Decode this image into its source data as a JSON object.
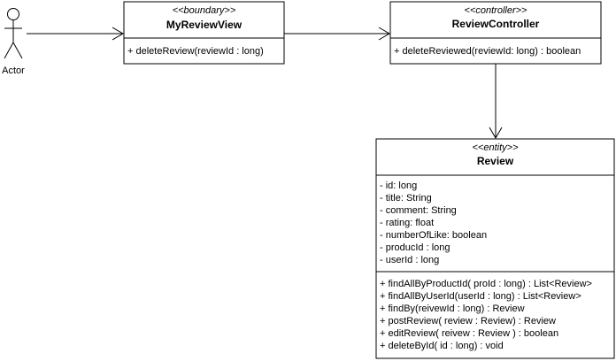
{
  "actor": {
    "label": "Actor"
  },
  "classes": [
    {
      "id": "my-review-view",
      "stereotype": "<<boundary>>",
      "name": "MyReviewView",
      "attributes": [],
      "operations": [
        "+ deleteReview(reviewId : long)"
      ]
    },
    {
      "id": "review-controller",
      "stereotype": "<<controller>>",
      "name": "ReviewController",
      "attributes": [],
      "operations": [
        "+ deleteReviewed(reviewId: long) : boolean"
      ]
    },
    {
      "id": "review",
      "stereotype": "<<entity>>",
      "name": "Review",
      "attributes": [
        "- id: long",
        "- title: String",
        "- comment: String",
        "- rating: float",
        "- numberOfLike: boolean",
        "- producId : long",
        "- userId : long"
      ],
      "operations": [
        "+ findAllByProductId( proId : long) : List<Review>",
        "+ findAllByUserId(userId : long) : List<Review>",
        "+ findBy(reivewId : long) : Review",
        "+ postReview( review : Review) : Review",
        "+ editReview( reivew : Review ) : boolean",
        "+ deleteById( id : long) : void"
      ]
    }
  ],
  "associations": [
    {
      "from": "Actor",
      "to": "MyReviewView"
    },
    {
      "from": "MyReviewView",
      "to": "ReviewController"
    },
    {
      "from": "ReviewController",
      "to": "Review"
    }
  ]
}
